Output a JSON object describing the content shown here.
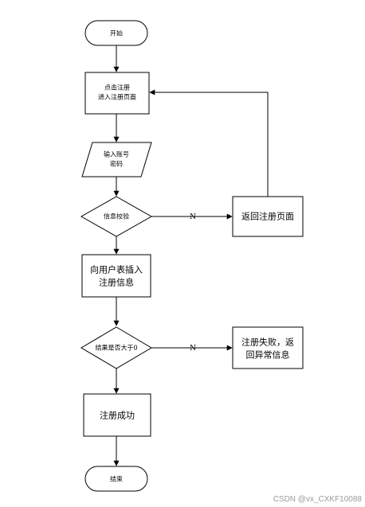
{
  "nodes": {
    "start": "开始",
    "click_register": [
      "点击注册",
      "进入注册页面"
    ],
    "input_credentials": [
      "输入账号",
      "密码"
    ],
    "validate": "信息校验",
    "return_page": "返回注册页面",
    "insert_info": [
      "向用户表插入",
      "注册信息"
    ],
    "result_check": "结果是否大于0",
    "fail": [
      "注册失败，返",
      "回异常信息"
    ],
    "success": "注册成功",
    "end": "结束"
  },
  "edges": {
    "validate_no": "N",
    "result_no": "N"
  },
  "watermark": "CSDN @vx_CXKF10088"
}
